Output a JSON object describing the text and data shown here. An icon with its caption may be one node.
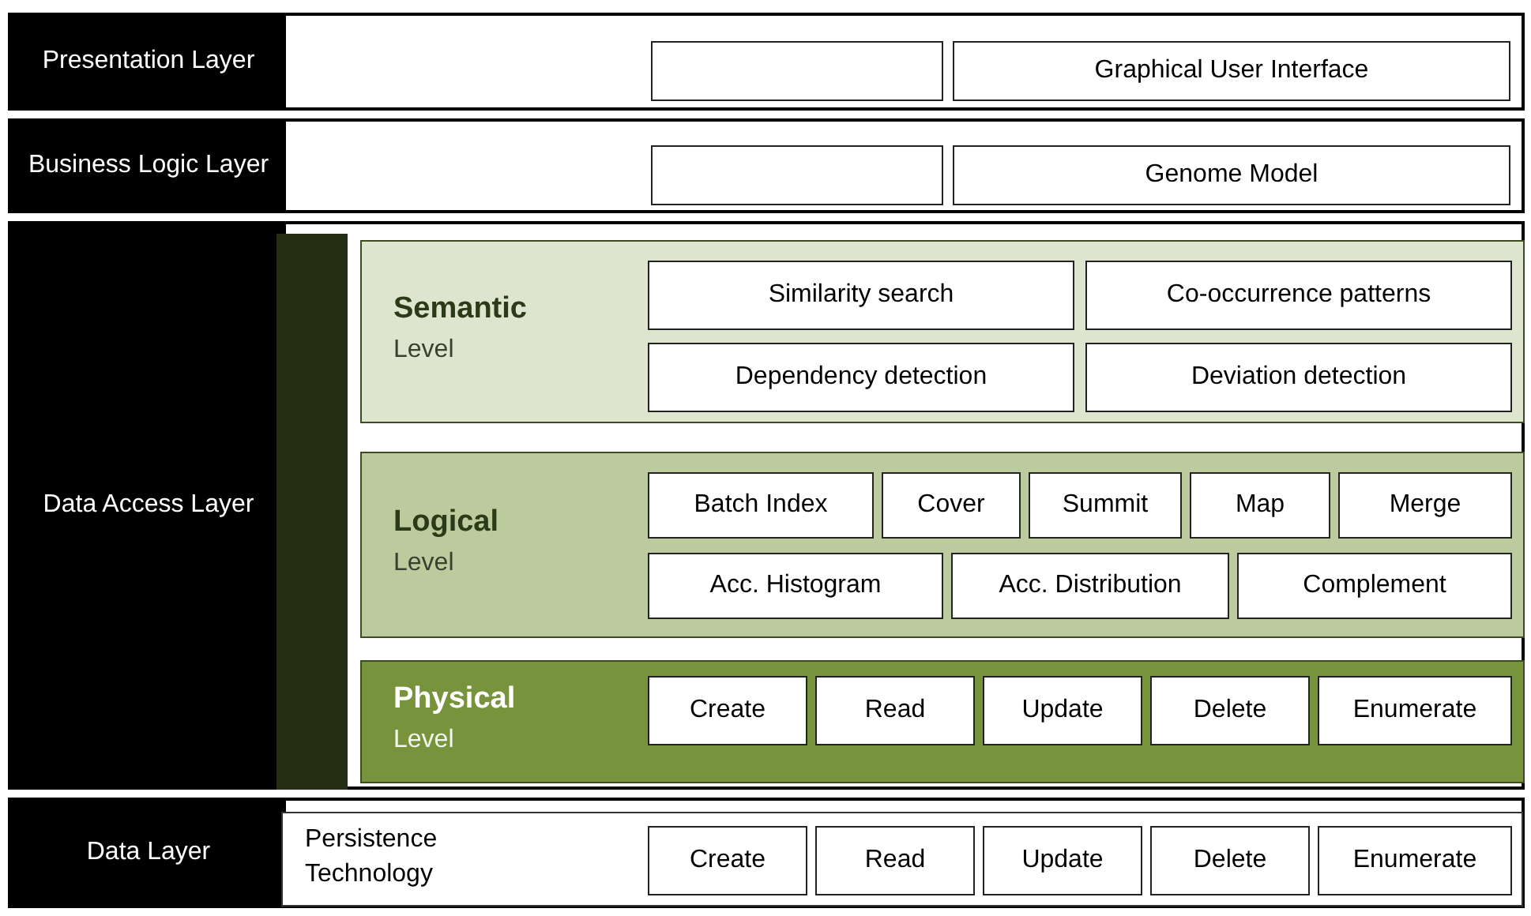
{
  "diagram": {
    "nodes": [
      {
        "text": [
          "Presentation Layer"
        ]
      },
      {
        "text": [],
        "shape": "box",
        "in": 0
      },
      {
        "text": [
          "Graphical User Interface"
        ],
        "in": 0
      },
      {
        "text": [
          "Business Logic Layer"
        ]
      },
      {
        "text": [],
        "shape": "box",
        "in": 3
      },
      {
        "text": [
          "Genome Model"
        ],
        "in": 3
      },
      {
        "text": [
          "Data Access Layer"
        ]
      },
      {
        "text": [],
        "shape": "bar",
        "in": 6
      },
      {
        "text": [
          "Semantic",
          "Level"
        ],
        "in": 6
      },
      {
        "text": [
          "Similarity search"
        ],
        "in": 8
      },
      {
        "text": [
          "Co-occurrence patterns"
        ],
        "in": 8
      },
      {
        "text": [
          "Dependency detection"
        ],
        "in": 8
      },
      {
        "text": [
          "Deviation detection"
        ],
        "in": 8
      },
      {
        "text": [
          "Logical",
          "Level"
        ],
        "in": 6
      },
      {
        "text": [
          "Batch Index"
        ],
        "in": 13
      },
      {
        "text": [
          "Cover"
        ],
        "in": 13
      },
      {
        "text": [
          "Summit"
        ],
        "in": 13
      },
      {
        "text": [
          "Map"
        ],
        "in": 13
      },
      {
        "text": [
          "Merge"
        ],
        "in": 13
      },
      {
        "text": [
          "Acc. Histogram"
        ],
        "in": 13
      },
      {
        "text": [
          "Acc. Distribution"
        ],
        "in": 13
      },
      {
        "text": [
          "Complement"
        ],
        "in": 13
      },
      {
        "text": [
          "Physical",
          "Level"
        ],
        "in": 6
      },
      {
        "text": [
          "Create"
        ],
        "in": 22
      },
      {
        "text": [
          "Read"
        ],
        "in": 22
      },
      {
        "text": [
          "Update"
        ],
        "in": 22
      },
      {
        "text": [
          "Delete"
        ],
        "in": 22
      },
      {
        "text": [
          "Enumerate"
        ],
        "in": 22
      },
      {
        "text": [
          "Data Layer"
        ]
      },
      {
        "text": [
          "Persistence Technology"
        ],
        "in": 28
      },
      {
        "text": [
          "Create"
        ],
        "in": 29
      },
      {
        "text": [
          "Read"
        ],
        "in": 29
      },
      {
        "text": [
          "Update"
        ],
        "in": 29
      },
      {
        "text": [
          "Delete"
        ],
        "in": 29
      },
      {
        "text": [
          "Enumerate"
        ],
        "in": 29
      }
    ],
    "edges": []
  }
}
